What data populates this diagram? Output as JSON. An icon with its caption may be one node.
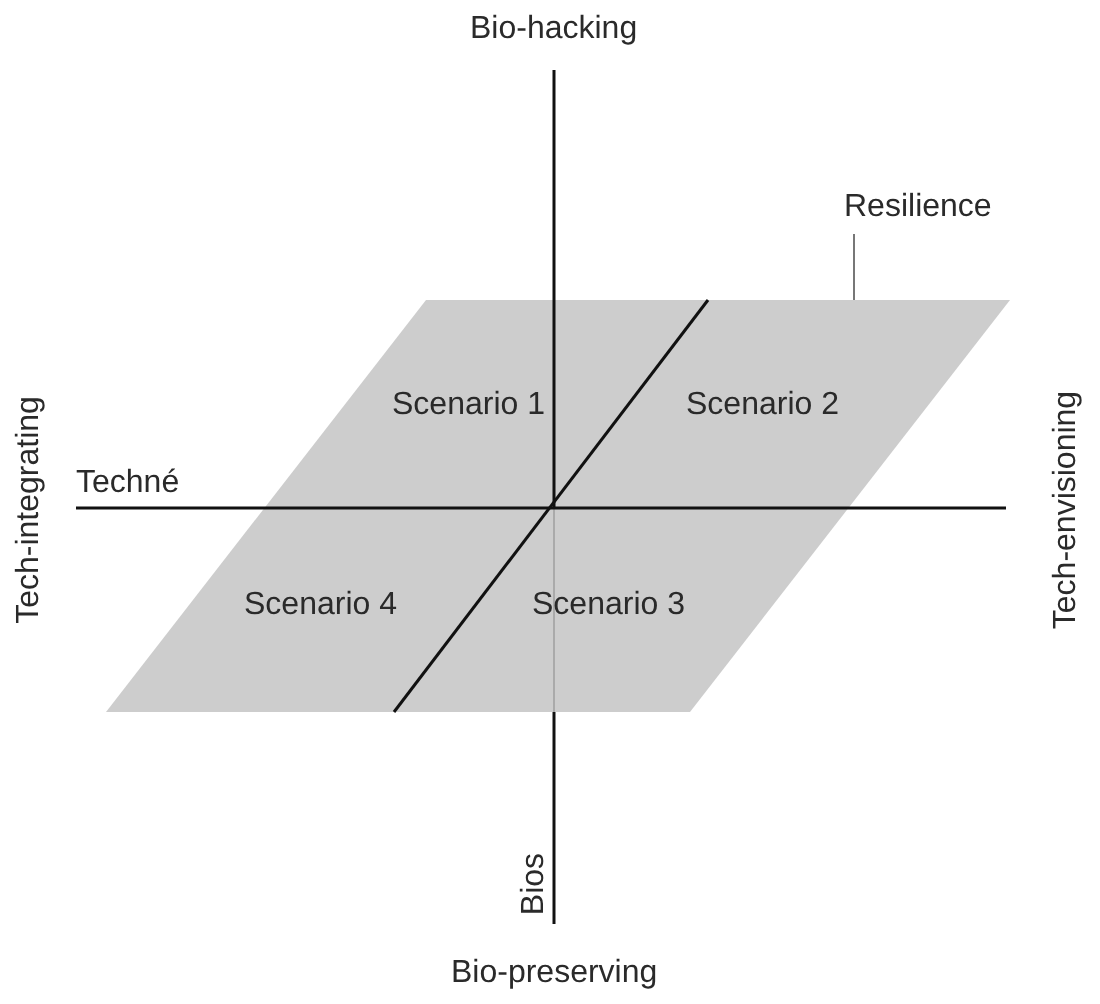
{
  "diagram": {
    "nodes": [
      {
        "text": [
          "Resilience"
        ]
      },
      {
        "text": [],
        "shape": "parallelogram"
      }
    ],
    "edges": [
      {
        "from": 0,
        "to": 1,
        "arrow": "none"
      }
    ],
    "labels": [
      "Bio-hacking",
      "Scenario 1",
      "Scenario 2",
      "Techné",
      "Tech-integrating",
      "Tech-envisioning",
      "Scenario 4",
      "Scenario 3",
      "Bios",
      "Bio-preserving"
    ]
  }
}
